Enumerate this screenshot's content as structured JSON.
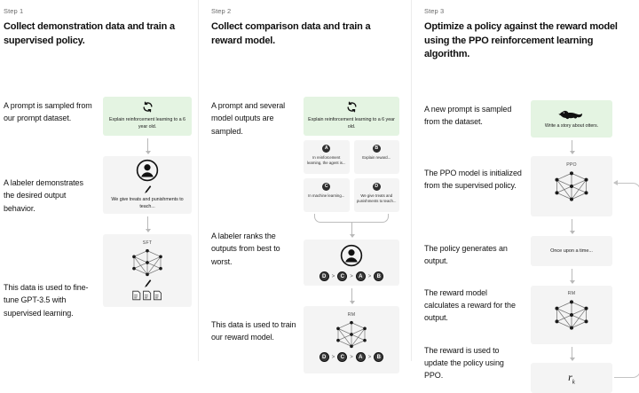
{
  "steps": [
    {
      "label": "Step 1",
      "title": "Collect demonstration data and train a supervised policy.",
      "captions": [
        "A prompt is sampled from our prompt dataset.",
        "A labeler demonstrates the desired output behavior.",
        "This data is used to fine-tune GPT-3.5 with supervised learning."
      ],
      "prompt_box": {
        "icon": "refresh-icon",
        "text": "Explain reinforcement learning to a 6 year old.",
        "color": "#e4f4e2"
      },
      "labeler_box": {
        "icon": "person-icon",
        "text": "We give treats and punishments to teach..."
      },
      "model_box": {
        "title": "SFT",
        "icon": "neural-net-icon"
      }
    },
    {
      "label": "Step 2",
      "title": "Collect comparison data and train a reward model.",
      "captions": [
        "A prompt and several model outputs are sampled.",
        "A labeler ranks the outputs from best to worst.",
        "This data is used to train our reward model."
      ],
      "prompt_box": {
        "icon": "refresh-icon",
        "text": "Explain reinforcement learning to a 6 year old.",
        "color": "#e4f4e2"
      },
      "options": [
        {
          "badge": "A",
          "text": "In reinforcement learning, the agent is..."
        },
        {
          "badge": "B",
          "text": "Explain reward..."
        },
        {
          "badge": "C",
          "text": "In machine learning..."
        },
        {
          "badge": "D",
          "text": "We give treats and punishments to teach..."
        }
      ],
      "ranking": [
        "D",
        "C",
        "A",
        "B"
      ],
      "ranking_separator": ">",
      "labeler_box": {
        "icon": "person-icon"
      },
      "model_box": {
        "title": "RM",
        "icon": "neural-net-icon"
      }
    },
    {
      "label": "Step 3",
      "title": "Optimize a policy against the reward model using the PPO reinforcement learning algorithm.",
      "captions": [
        "A new prompt is sampled from the dataset.",
        "The PPO model is initialized from the supervised policy.",
        "The policy generates an output.",
        "The reward model calculates a reward for the output.",
        "The reward is used to update the policy using PPO."
      ],
      "prompt_box": {
        "icon": "otter-icon",
        "text": "Write a story about otters.",
        "color": "#e4f4e2"
      },
      "ppo_box": {
        "title": "PPO",
        "icon": "neural-net-icon"
      },
      "output_box": {
        "text": "Once upon a time..."
      },
      "reward_model_box": {
        "title": "RM",
        "icon": "neural-net-icon"
      },
      "reward_box": {
        "symbol": "r",
        "subscript": "k"
      }
    }
  ],
  "colors": {
    "prompt_green": "#e4f4e2",
    "box_gray": "#f4f4f4",
    "arrow_gray": "#b9b9b9",
    "text": "#131313",
    "muted": "#6b6b6b"
  }
}
